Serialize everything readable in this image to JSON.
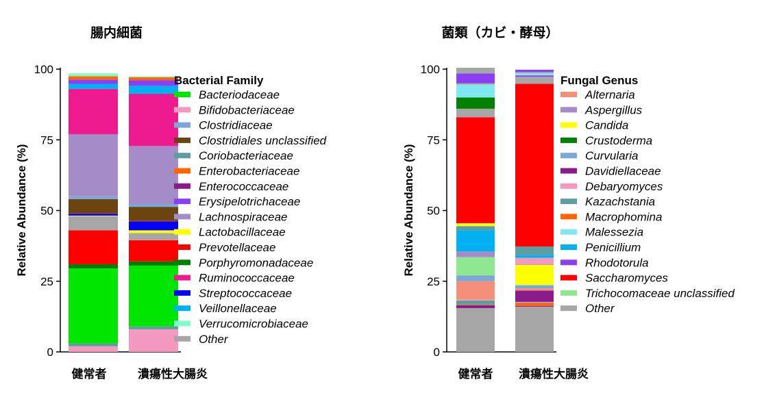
{
  "chart_data": [
    {
      "type": "bar",
      "stacked": true,
      "title": "腸内細菌",
      "ylabel": "Relative Abundance (%)",
      "ylim": [
        0,
        100
      ],
      "yticks": [
        0,
        25,
        50,
        75,
        100
      ],
      "categories": [
        "健常者",
        "潰瘍性大腸炎"
      ],
      "legend_title": "Bacterial Family",
      "legend_position": "right",
      "series": [
        {
          "name": "Bifidobacteriaceae",
          "color": "#f49ac1",
          "values": [
            2,
            8
          ]
        },
        {
          "name": "Coriobacteriaceae",
          "color": "#5f9ea0",
          "values": [
            1,
            1
          ]
        },
        {
          "name": "Bacteriodaceae",
          "color": "#00e600",
          "values": [
            26.5,
            21.5
          ]
        },
        {
          "name": "Porphyromonadaceae",
          "color": "#008000",
          "values": [
            1.5,
            1.5
          ]
        },
        {
          "name": "Prevotellaceae",
          "color": "#ff0000",
          "values": [
            12,
            7.5
          ]
        },
        {
          "name": "Other",
          "color": "#a6a6a6",
          "values": [
            5,
            2.5
          ]
        },
        {
          "name": "Lactobacillaceae",
          "color": "#ffff00",
          "values": [
            0.2,
            1
          ]
        },
        {
          "name": "Streptococcaceae",
          "color": "#0000ff",
          "values": [
            0.6,
            3
          ]
        },
        {
          "name": "Enterococcaceae",
          "color": "#8b1a8b",
          "values": [
            0.2,
            0.3
          ]
        },
        {
          "name": "Clostridiales unclassified",
          "color": "#6b4410",
          "values": [
            5,
            5
          ]
        },
        {
          "name": "Clostridiaceae",
          "color": "#7ba7d9",
          "values": [
            1,
            1
          ]
        },
        {
          "name": "Lachnospiraceae",
          "color": "#a48cc8",
          "values": [
            22,
            20.5
          ]
        },
        {
          "name": "Ruminococcaceae",
          "color": "#ee1a8f",
          "values": [
            16,
            18.5
          ]
        },
        {
          "name": "Veillonellaceae",
          "color": "#00b0f0",
          "values": [
            1.8,
            2.8
          ]
        },
        {
          "name": "Erysipelotrichaceae",
          "color": "#8a3ff5",
          "values": [
            1.5,
            2
          ]
        },
        {
          "name": "Enterobacteriaceae",
          "color": "#ff6600",
          "values": [
            1.2,
            1
          ]
        },
        {
          "name": "Verrucomicrobiaceae",
          "color": "#80ffcc",
          "values": [
            1,
            0.4
          ]
        }
      ],
      "legend_order": [
        "Bacteriodaceae",
        "Bifidobacteriaceae",
        "Clostridiaceae",
        "Clostridiales unclassified",
        "Coriobacteriaceae",
        "Enterobacteriaceae",
        "Enterococcaceae",
        "Erysipelotrichaceae",
        "Lachnospiraceae",
        "Lactobacillaceae",
        "Prevotellaceae",
        "Porphyromonadaceae",
        "Ruminococcaceae",
        "Streptococcaceae",
        "Veillonellaceae",
        "Verrucomicrobiaceae",
        "Other"
      ]
    },
    {
      "type": "bar",
      "stacked": true,
      "title": "菌類（カビ・酵母）",
      "ylabel": "Relative Abundance (%)",
      "ylim": [
        0,
        100
      ],
      "yticks": [
        0,
        25,
        50,
        75,
        100
      ],
      "categories": [
        "健常者",
        "潰瘍性大腸炎"
      ],
      "legend_title": "Fungal Genus",
      "legend_position": "right",
      "series": [
        {
          "name": "Other",
          "color": "#a6a6a6",
          "values": [
            15.5,
            16
          ]
        },
        {
          "name": "Davidiellaceae",
          "color": "#8b1a8b",
          "values": [
            1,
            0.3
          ]
        },
        {
          "name": "Macrophomina",
          "color": "#ff6600",
          "values": [
            0.2,
            1
          ]
        },
        {
          "name": "Kazachstania",
          "color": "#5f9ea0",
          "values": [
            1.5,
            0.2
          ]
        },
        {
          "name": "Debaryomyces",
          "color": "#f49ac1",
          "values": [
            0.3,
            0.2
          ]
        },
        {
          "name": "Davidiellaceae",
          "color": "#8b1a8b",
          "values": [
            0,
            4
          ]
        },
        {
          "name": "Alternaria",
          "color": "#f4907a",
          "values": [
            6.5,
            0.8
          ]
        },
        {
          "name": "Curvularia",
          "color": "#7ba7d9",
          "values": [
            2,
            1
          ]
        },
        {
          "name": "Trichocomaceae unclassified",
          "color": "#8fe88f",
          "values": [
            6.5,
            0.3
          ]
        },
        {
          "name": "Candida",
          "color": "#ffff00",
          "values": [
            0,
            7
          ]
        },
        {
          "name": "Aspergillus",
          "color": "#a48cc8",
          "values": [
            2,
            0.2
          ]
        },
        {
          "name": "Debaryomyces",
          "color": "#f49ac1",
          "values": [
            0,
            2.3
          ]
        },
        {
          "name": "Penicillium",
          "color": "#00b0f0",
          "values": [
            7.5,
            1
          ]
        },
        {
          "name": "Kazachstania",
          "color": "#5f9ea0",
          "values": [
            1.5,
            3
          ]
        },
        {
          "name": "Candida",
          "color": "#ffff00",
          "values": [
            1,
            0
          ]
        },
        {
          "name": "Saccharomyces",
          "color": "#ff0000",
          "values": [
            37.5,
            57.5
          ]
        },
        {
          "name": "Other",
          "color": "#a6a6a6",
          "values": [
            3,
            0
          ]
        },
        {
          "name": "Crustoderma",
          "color": "#008000",
          "values": [
            4,
            0
          ]
        },
        {
          "name": "Malessezia",
          "color": "#80e8f0",
          "values": [
            4.5,
            0
          ]
        },
        {
          "name": "Other",
          "color": "#a6a6a6",
          "values": [
            0.5,
            2.5
          ]
        },
        {
          "name": "Rhodotorula",
          "color": "#8a3ff5",
          "values": [
            3.5,
            0.5
          ]
        },
        {
          "name": "Malessezia",
          "color": "#80e8f0",
          "values": [
            0,
            0.7
          ]
        },
        {
          "name": "Other",
          "color": "#a6a6a6",
          "values": [
            2,
            0.5
          ]
        },
        {
          "name": "Rhodotorula",
          "color": "#8a3ff5",
          "values": [
            0,
            0.8
          ]
        }
      ],
      "legend_order": [
        "Alternaria",
        "Aspergillus",
        "Candida",
        "Crustoderma",
        "Curvularia",
        "Davidiellaceae",
        "Debaryomyces",
        "Kazachstania",
        "Macrophomina",
        "Malessezia",
        "Penicillium",
        "Rhodotorula",
        "Saccharomyces",
        "Trichocomaceae unclassified",
        "Other"
      ]
    }
  ]
}
